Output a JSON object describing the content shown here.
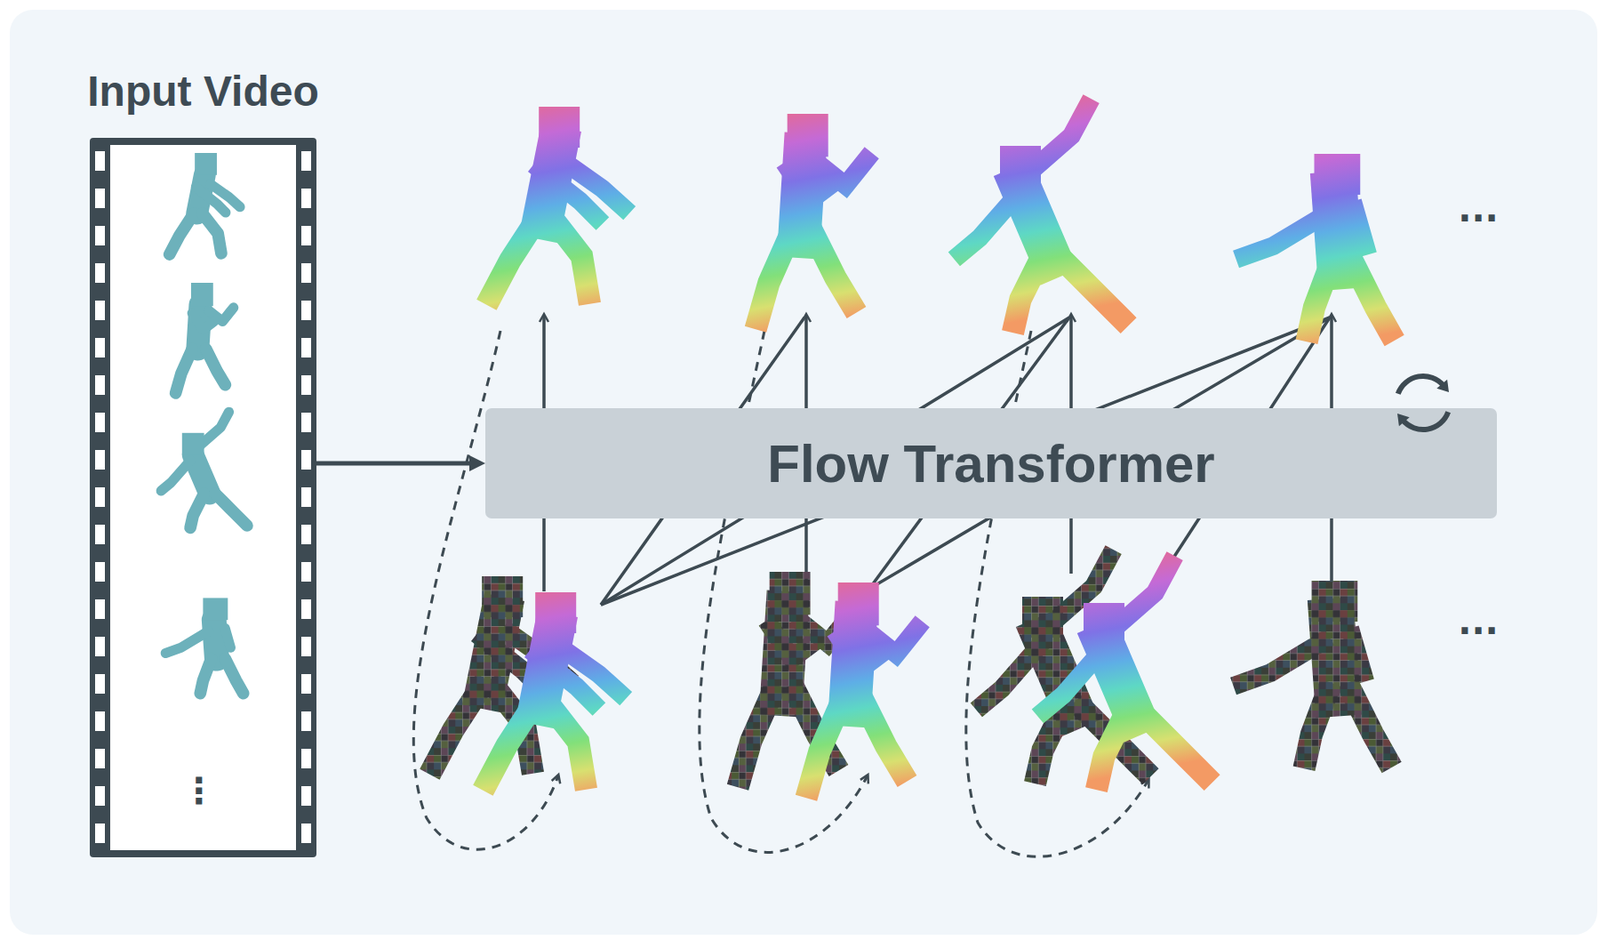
{
  "diagram": {
    "nodes": [
      {
        "text": [
          "Input Video"
        ]
      },
      {
        "text": [
          "Flow Transformer"
        ]
      }
    ],
    "edges": [
      {
        "from": 0,
        "to": 1,
        "arrow": "to"
      }
    ],
    "labels": [
      "⋮",
      "...",
      "..."
    ]
  }
}
